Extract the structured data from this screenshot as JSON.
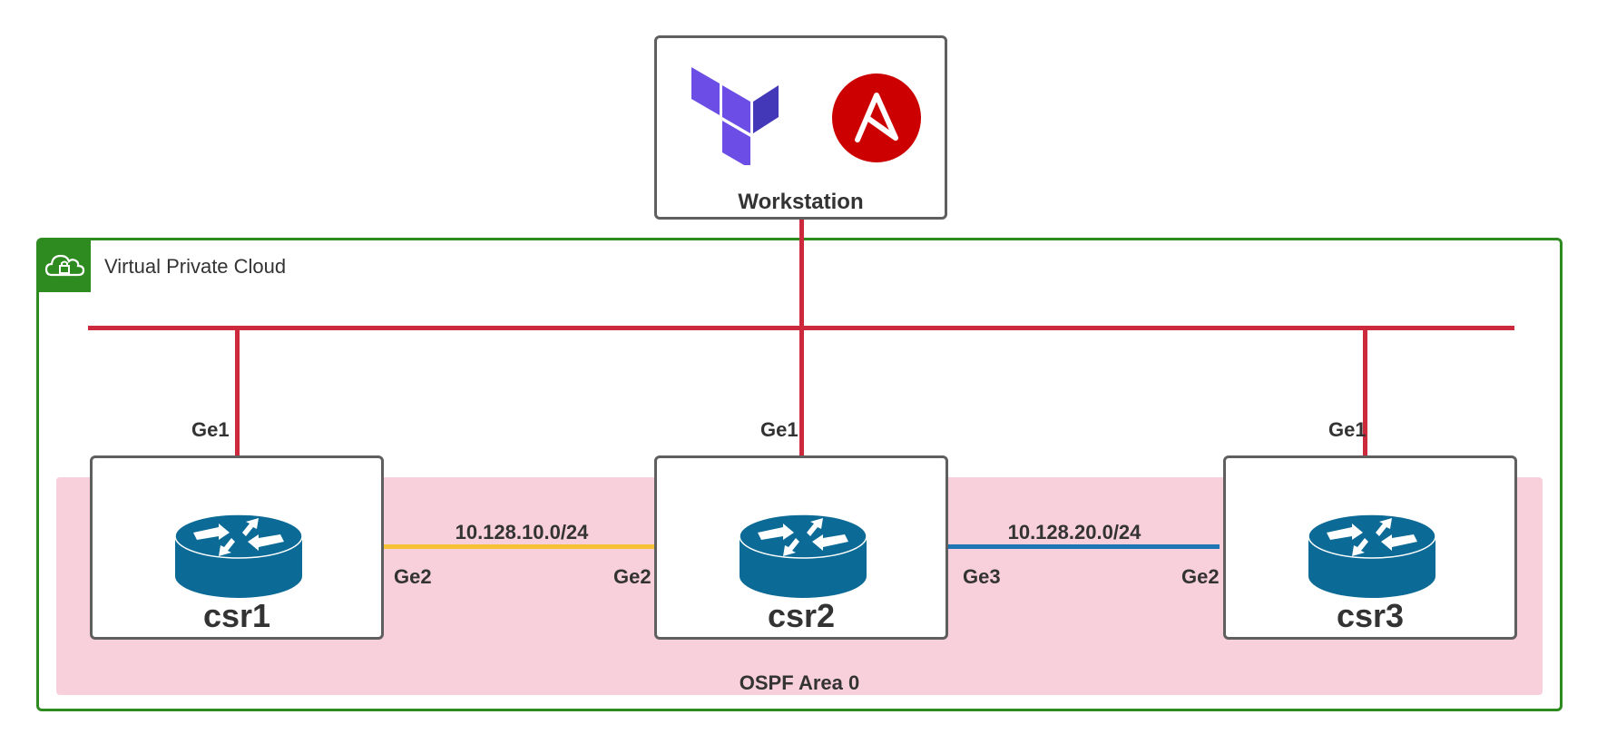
{
  "workstation": {
    "label": "Workstation",
    "icons": [
      "terraform-logo",
      "ansible-logo"
    ]
  },
  "vpc": {
    "label": "Virtual Private Cloud",
    "icon": "cloud-lock-icon",
    "border_color": "#2e8b1f"
  },
  "ospf_area": {
    "label": "OSPF Area 0",
    "fill_color": "#f8d0dc"
  },
  "routers": [
    {
      "name": "csr1",
      "uplink_port": "Ge1"
    },
    {
      "name": "csr2",
      "uplink_port": "Ge1"
    },
    {
      "name": "csr3",
      "uplink_port": "Ge1"
    }
  ],
  "links": [
    {
      "subnet": "10.128.10.0/24",
      "left_port": "Ge2",
      "right_port": "Ge2",
      "color": "#f7c136"
    },
    {
      "subnet": "10.128.20.0/24",
      "left_port": "Ge3",
      "right_port": "Ge2",
      "color": "#1f74b4"
    }
  ],
  "colors": {
    "management_network": "#cc2a3c",
    "router_icon": "#0b6a96"
  }
}
